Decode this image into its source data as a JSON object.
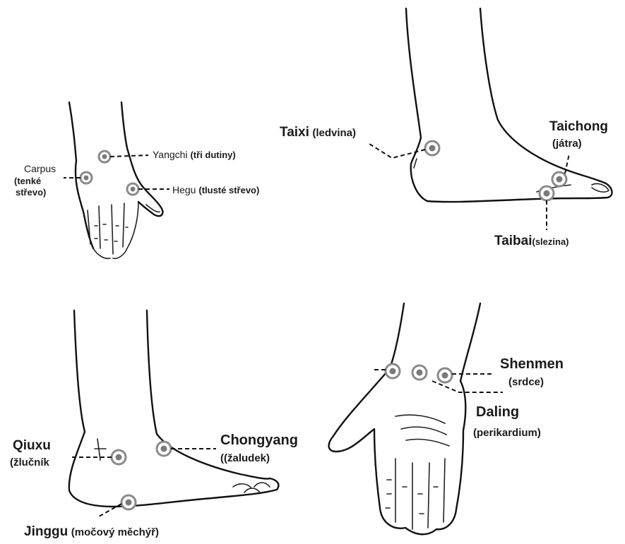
{
  "panels": {
    "hand": {
      "yangchi": {
        "name": "Yangchi",
        "organ": "(tři dutiny)"
      },
      "hegu": {
        "name": "Hegu",
        "organ": "(tlusté střevo)"
      },
      "carpus": {
        "name": "Carpus",
        "organ_line1": "(tenké",
        "organ_line2": "střevo)"
      }
    },
    "foot_inner": {
      "taixi": {
        "name": "Taixi",
        "organ": "(ledvina)"
      },
      "taichong": {
        "name": "Taichong",
        "organ": "(játra)"
      },
      "taibai": {
        "name": "Taibai",
        "organ": "(slezina)"
      }
    },
    "foot_outer": {
      "qiuxu": {
        "name": "Qiuxu",
        "organ": "(žlučník"
      },
      "chongyang": {
        "name": "Chongyang",
        "organ": "((žaludek)"
      },
      "jinggu": {
        "name": "Jinggu",
        "organ": "(močový měchýř)"
      }
    },
    "palm": {
      "shenmen": {
        "name": "Shenmen",
        "organ": "(srdce)"
      },
      "daling": {
        "name": "Daling",
        "organ": "(perikardium)"
      }
    }
  },
  "colors": {
    "outline": "#111111",
    "point_ring": "#8a8a8a",
    "point_center": "#7a7a7a"
  }
}
